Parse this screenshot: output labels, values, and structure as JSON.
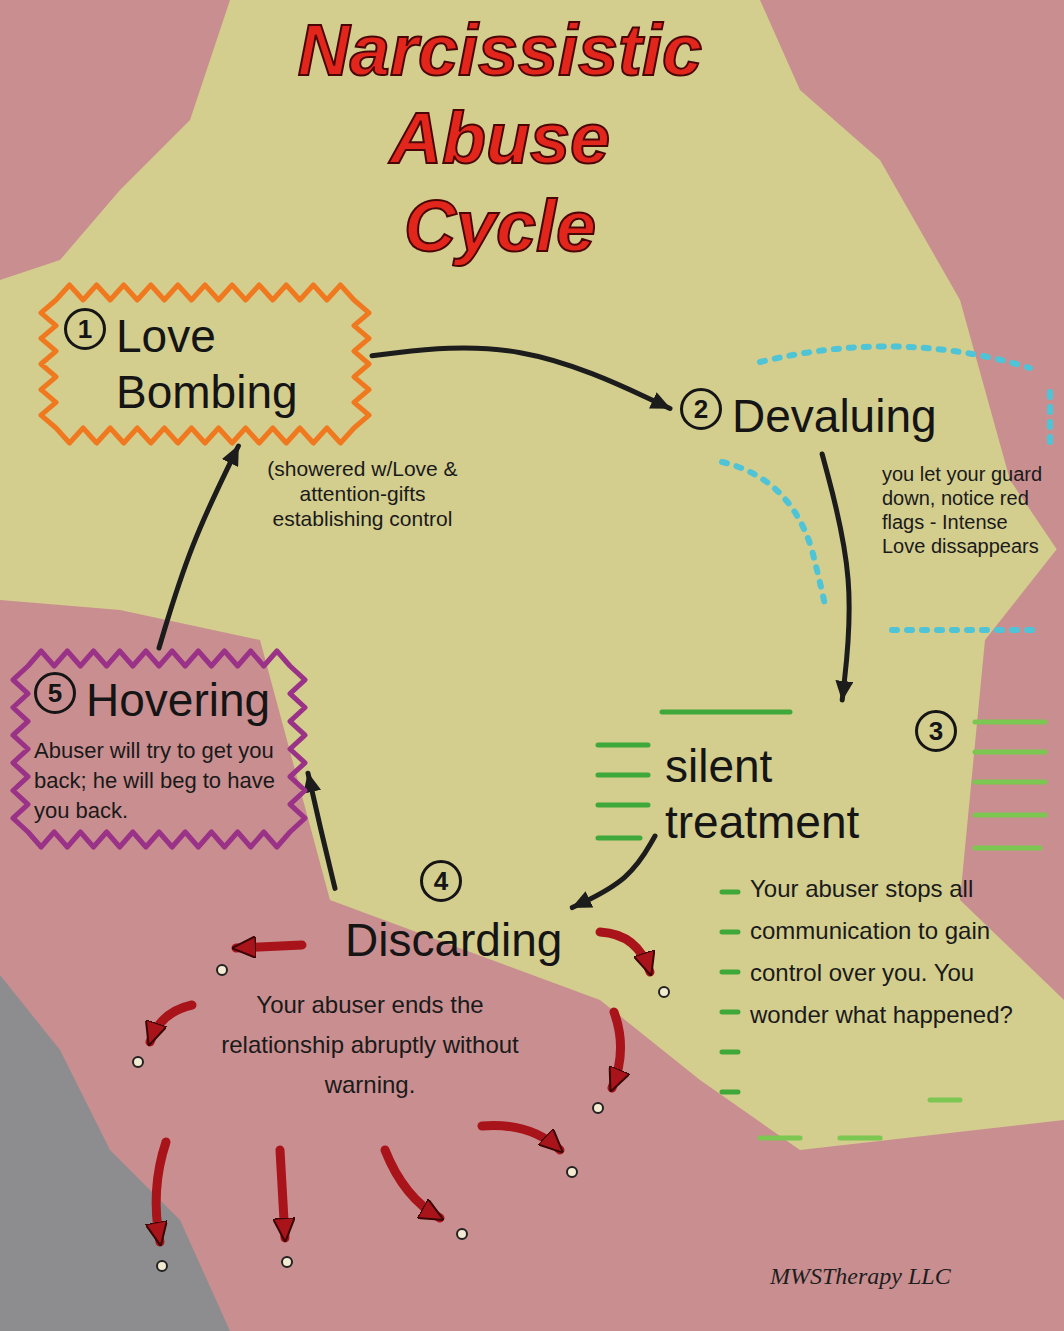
{
  "diagram": {
    "title": "Narcissistic Abuse Cycle",
    "nodes": [
      {
        "text": [
          "1",
          "Love Bombing",
          "(showered w/Love & attention-gifts establishing control"
        ]
      },
      {
        "text": [
          "2",
          "Devaluing",
          "you let your guard down, notice red flags - Intense Love dissappears"
        ]
      },
      {
        "text": [
          "3",
          "silent treatment",
          "Your abuser stops all communication to gain control over you. You wonder what happened?"
        ]
      },
      {
        "text": [
          "4",
          "Discarding",
          "Your abuser ends the relationship abruptly without warning."
        ]
      },
      {
        "text": [
          "5",
          "Hovering",
          "Abuser will try to get you back; he will beg to have you back."
        ]
      }
    ],
    "edges": [
      {
        "from": 0,
        "to": 1,
        "arrow": "to"
      },
      {
        "from": 1,
        "to": 2,
        "arrow": "to"
      },
      {
        "from": 2,
        "to": 3,
        "arrow": "to"
      },
      {
        "from": 3,
        "to": 4,
        "arrow": "to"
      },
      {
        "from": 4,
        "to": 0,
        "arrow": "to"
      }
    ],
    "labels": [
      "MWSTherapy LLC"
    ]
  }
}
